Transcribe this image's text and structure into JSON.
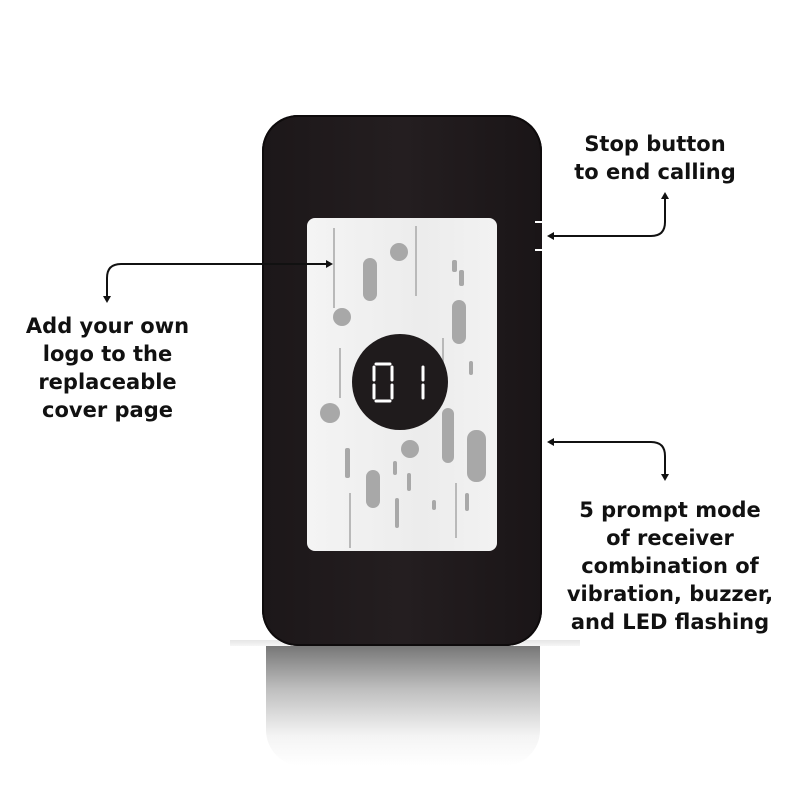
{
  "annotations": {
    "stop_button": "Stop button\nto end calling",
    "logo_cover": "Add your own\nlogo to the\nreplaceable\ncover page",
    "prompt_mode": "5 prompt mode\nof receiver\ncombination of\nvibration, buzzer,\nand LED flashing"
  },
  "device": {
    "display_value": "01",
    "body_color": "#1f1a1c",
    "screen_color": "#efefef",
    "display_circle_color": "#1f1b1c"
  },
  "icons": {
    "arrow_stop": "arrow-left-icon",
    "arrow_logo": "arrow-right-icon",
    "arrow_prompt": "arrow-left-icon"
  }
}
